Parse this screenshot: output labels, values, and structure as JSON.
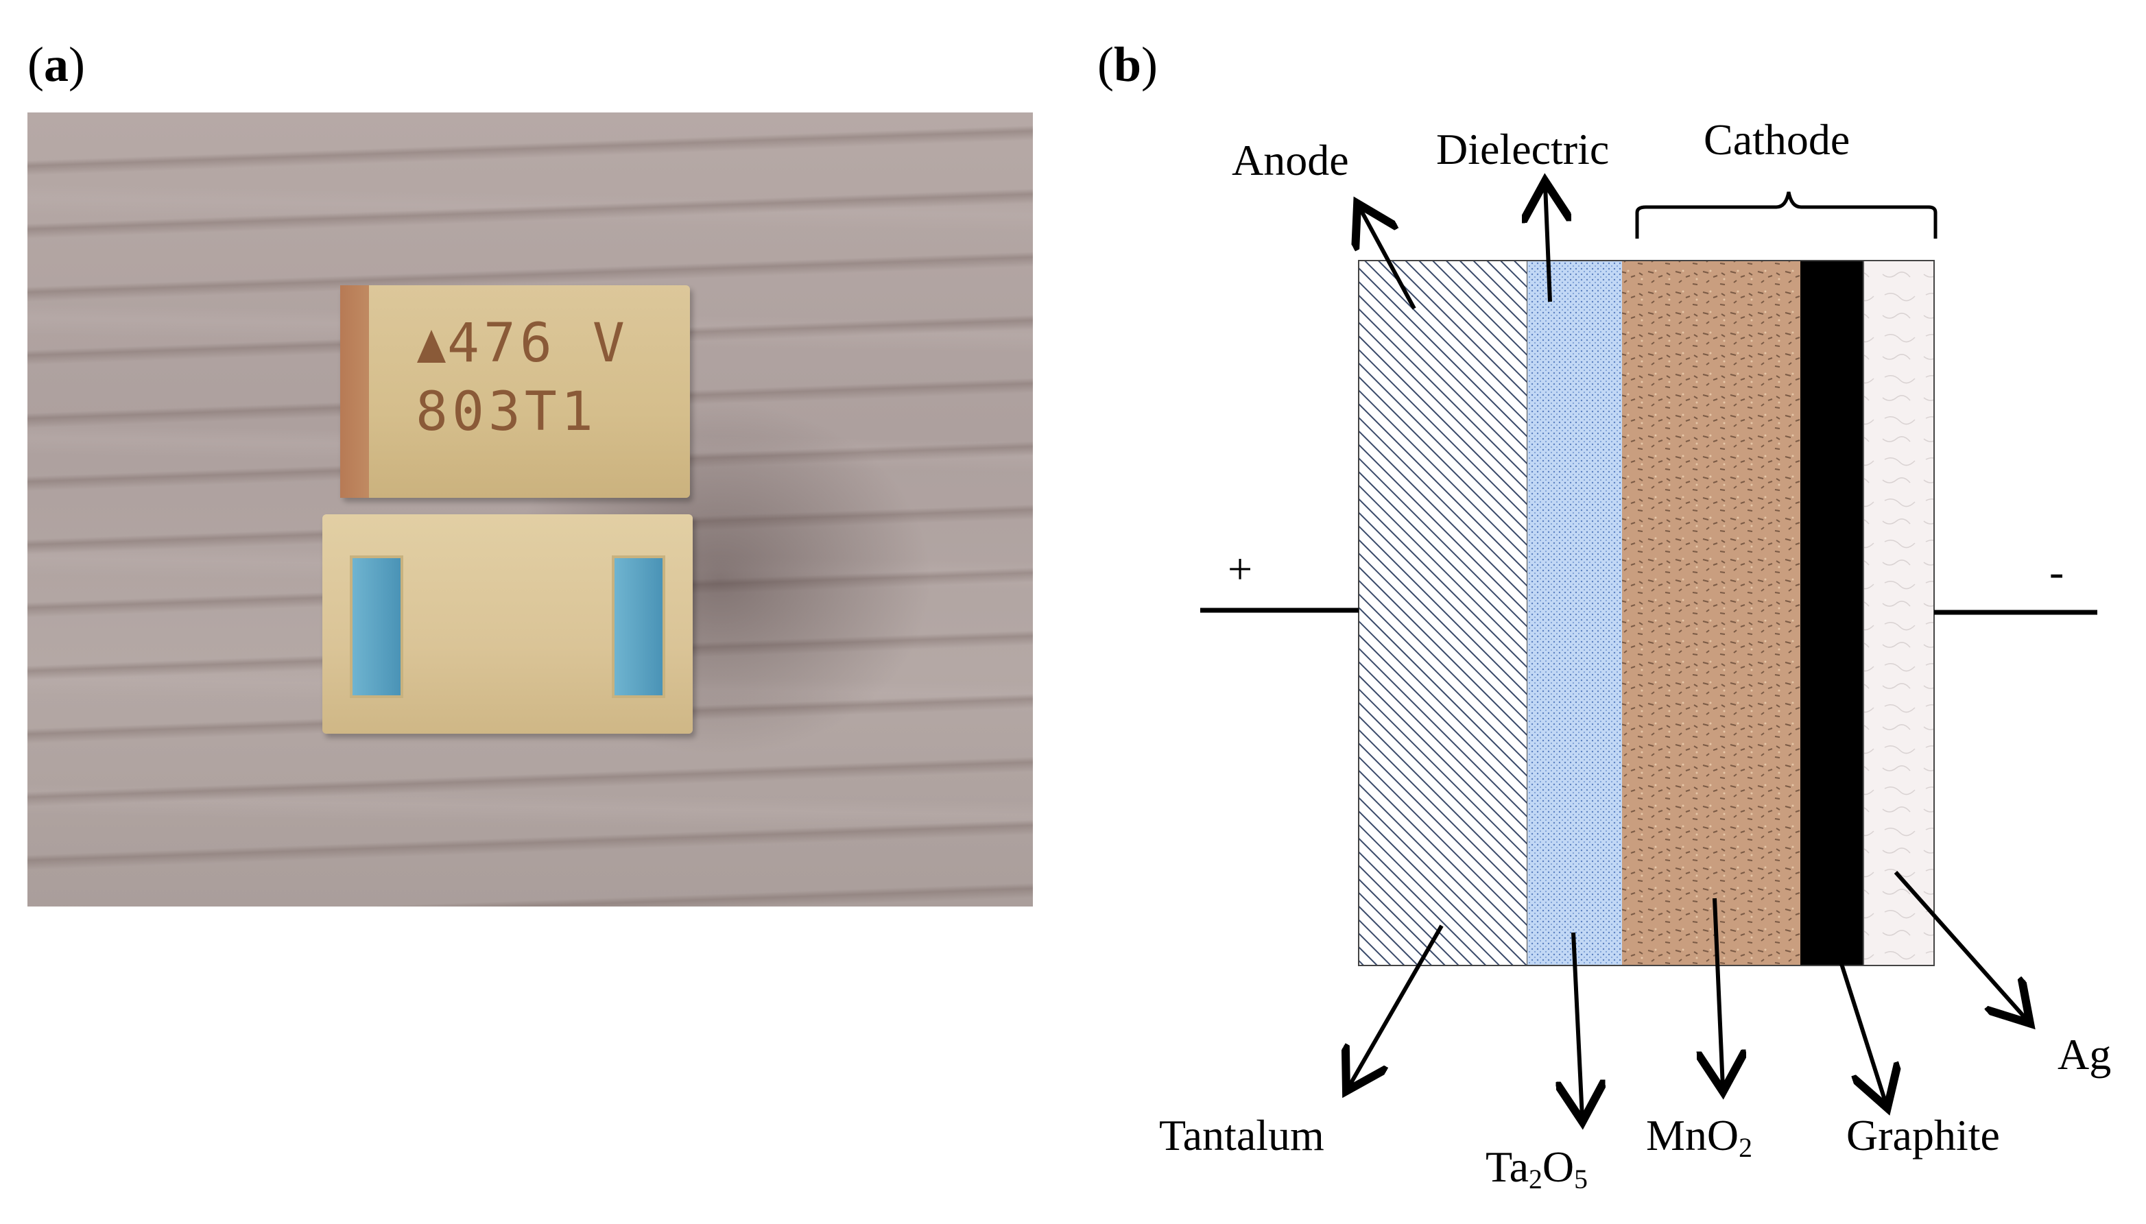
{
  "panels": {
    "a": {
      "label": "a"
    },
    "b": {
      "label": "b"
    }
  },
  "photo": {
    "chip_marking_line1": "476 V",
    "chip_marking_line2": "803T1"
  },
  "diagram": {
    "labels": {
      "anode": "Anode",
      "dielectric": "Dielectric",
      "cathode": "Cathode",
      "plus": "+",
      "minus": "-",
      "tantalum": "Tantalum",
      "ta2o5_main": "Ta",
      "ta2o5_sub1": "2",
      "ta2o5_mid": "O",
      "ta2o5_sub2": "5",
      "mno2_main": "MnO",
      "mno2_sub": "2",
      "graphite": "Graphite",
      "ag": "Ag"
    },
    "layers": [
      {
        "name": "tantalum",
        "color": "#ffffff"
      },
      {
        "name": "ta2o5",
        "color": "#bcd3f2"
      },
      {
        "name": "mno2",
        "color": "#c89c7c"
      },
      {
        "name": "graphite",
        "color": "#000000"
      },
      {
        "name": "ag",
        "color": "#f4efef"
      }
    ]
  }
}
